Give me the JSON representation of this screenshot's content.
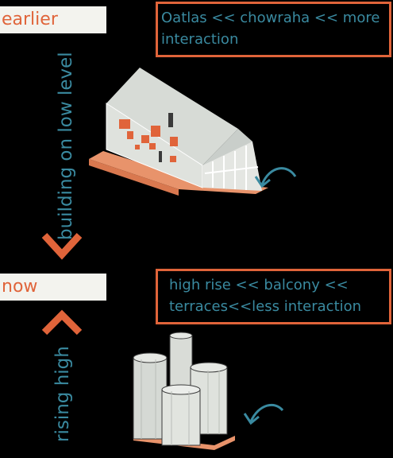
{
  "earlier": {
    "label": "earlier",
    "callout_line1": "Oatlas << chowraha << more",
    "callout_line2": "interaction",
    "side_label": "building on low level"
  },
  "now": {
    "label": "now",
    "callout_line1": "high rise << balcony <<",
    "callout_line2": "terraces<<less interaction",
    "side_label": "rising high"
  },
  "colors": {
    "accent": "#e0643a",
    "teal": "#3a8aa0",
    "building": "#d7dbd6",
    "ground": "#e8936b",
    "background": "#000000"
  }
}
